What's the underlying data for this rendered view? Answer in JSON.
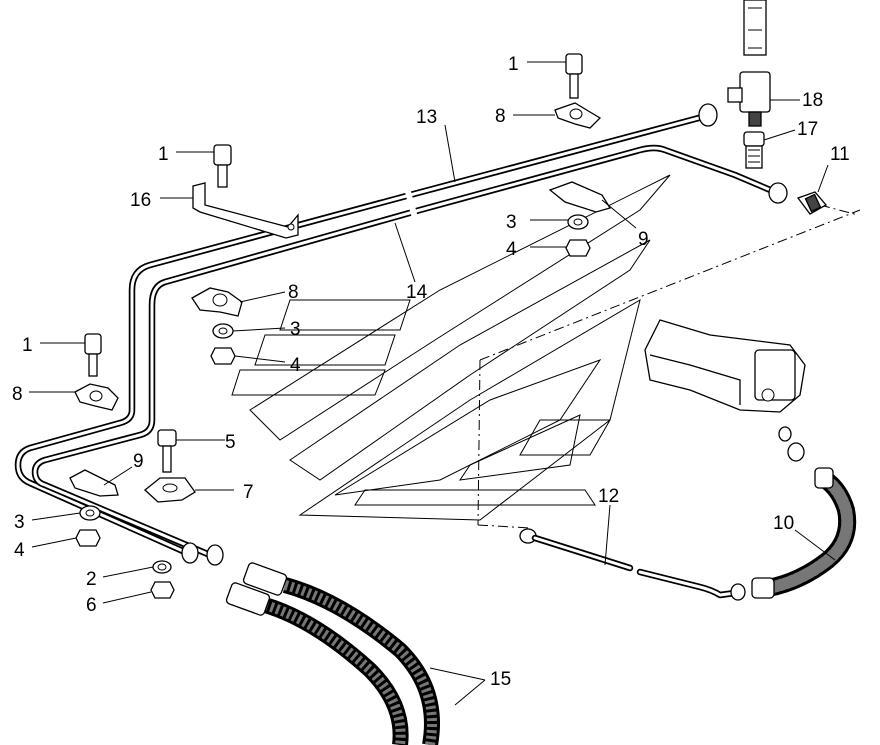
{
  "callouts": [
    {
      "id": "c1a",
      "label": "1"
    },
    {
      "id": "c1b",
      "label": "1"
    },
    {
      "id": "c1c",
      "label": "1"
    },
    {
      "id": "c2",
      "label": "2"
    },
    {
      "id": "c3a",
      "label": "3"
    },
    {
      "id": "c3b",
      "label": "3"
    },
    {
      "id": "c3c",
      "label": "3"
    },
    {
      "id": "c4a",
      "label": "4"
    },
    {
      "id": "c4b",
      "label": "4"
    },
    {
      "id": "c4c",
      "label": "4"
    },
    {
      "id": "c5",
      "label": "5"
    },
    {
      "id": "c6",
      "label": "6"
    },
    {
      "id": "c7",
      "label": "7"
    },
    {
      "id": "c8a",
      "label": "8"
    },
    {
      "id": "c8b",
      "label": "8"
    },
    {
      "id": "c8c",
      "label": "8"
    },
    {
      "id": "c9a",
      "label": "9"
    },
    {
      "id": "c9b",
      "label": "9"
    },
    {
      "id": "c10",
      "label": "10"
    },
    {
      "id": "c11",
      "label": "11"
    },
    {
      "id": "c12",
      "label": "12"
    },
    {
      "id": "c13",
      "label": "13"
    },
    {
      "id": "c14",
      "label": "14"
    },
    {
      "id": "c15",
      "label": "15"
    },
    {
      "id": "c16",
      "label": "16"
    },
    {
      "id": "c17",
      "label": "17"
    },
    {
      "id": "c18",
      "label": "18"
    }
  ],
  "icons": [
    "bolt-icon",
    "nut-icon",
    "washer-icon",
    "clamp-icon",
    "bracket-icon",
    "hose-icon",
    "pipe-icon",
    "fitting-icon"
  ]
}
